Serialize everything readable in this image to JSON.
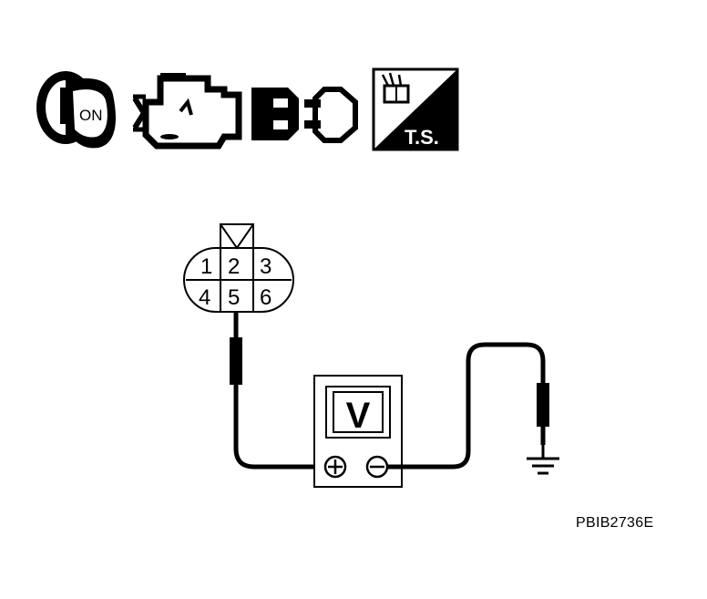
{
  "icons": {
    "ignition": {
      "icon": "ignition-key-icon",
      "label": "ON"
    },
    "engine": {
      "icon": "engine-off-icon"
    },
    "connector": {
      "icon": "disconnect-connector-icon"
    },
    "harness": {
      "icon": "harness-connector-icon",
      "label": "T.S."
    }
  },
  "connector": {
    "pins": [
      "1",
      "2",
      "3",
      "4",
      "5",
      "6"
    ]
  },
  "meter": {
    "label": "V",
    "plus": "+",
    "minus": "−"
  },
  "figure_code": "PBIB2736E",
  "colors": {
    "ink": "#000000",
    "paper": "#ffffff"
  }
}
